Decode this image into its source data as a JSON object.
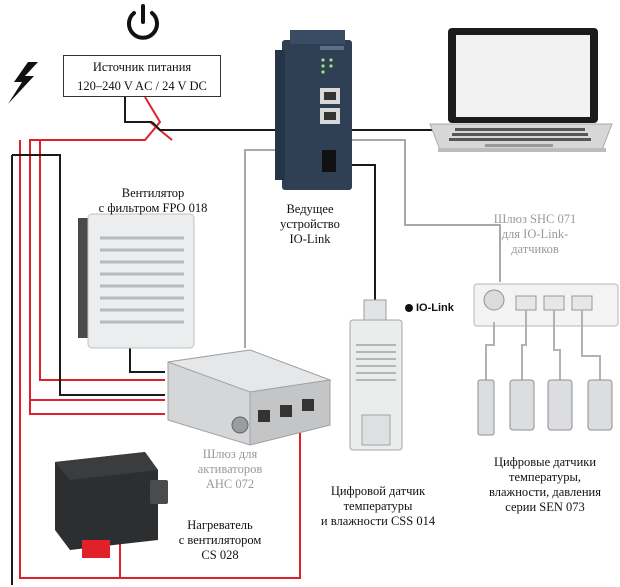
{
  "power_supply": {
    "line1": "Источник питания",
    "line2": "120–240 V AC / 24 V DC"
  },
  "labels": {
    "fan": [
      "Вентилятор",
      "с фильтром FPO 018"
    ],
    "master": [
      "Ведущее",
      "устройство",
      "IO-Link"
    ],
    "gateway_shc": [
      "Шлюз SHC 071",
      "для IO-Link-",
      "датчиков"
    ],
    "iolink_logo": "IO-Link",
    "gateway_ahc": [
      "Шлюз для",
      "активаторов",
      "AHC 072"
    ],
    "css_sensor": [
      "Цифровой датчик",
      "температуры",
      "и влажности CSS 014"
    ],
    "sen_sensors": [
      "Цифровые датчики",
      "температуры,",
      "влажности, давления",
      "серии SEN 073"
    ],
    "heater": [
      "Нагреватель",
      "с вентилятором",
      "CS 028"
    ]
  },
  "colors": {
    "power_line": "#e0202a",
    "black_line": "#1a1a1a",
    "grey_line": "#a8a8a8",
    "master_body": "#2f4055",
    "gateway_body": "#d5d6d8"
  }
}
